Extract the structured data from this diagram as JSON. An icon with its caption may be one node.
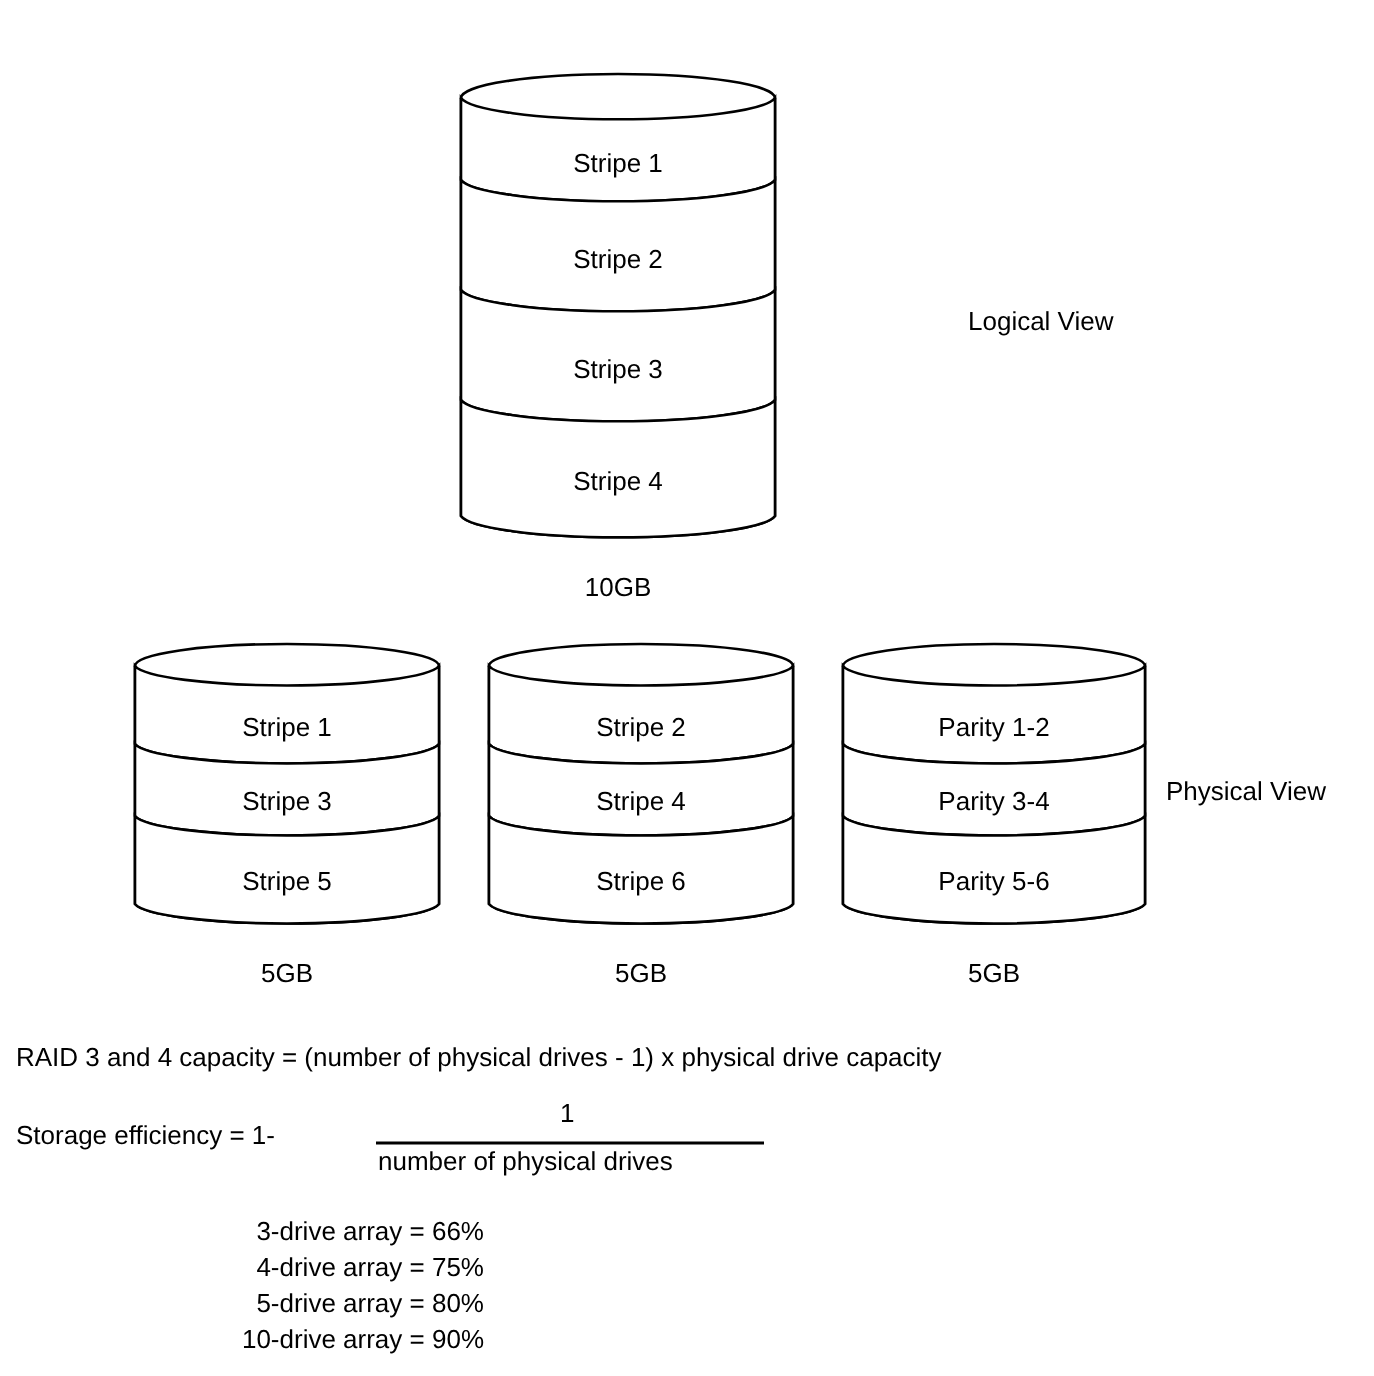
{
  "diagram": {
    "nodes": [
      {
        "text": [],
        "shape": "cylinder",
        "beside": [
          "10GB"
        ]
      },
      {
        "text": [
          "Stripe 1"
        ],
        "in": 0
      },
      {
        "text": [
          "Stripe 2"
        ],
        "in": 0
      },
      {
        "text": [
          "Stripe 3"
        ],
        "in": 0
      },
      {
        "text": [
          "Stripe 4"
        ],
        "in": 0
      },
      {
        "text": [],
        "shape": "cylinder",
        "beside": [
          "5GB"
        ]
      },
      {
        "text": [
          "Stripe 1"
        ],
        "in": 5
      },
      {
        "text": [
          "Stripe 3"
        ],
        "in": 5
      },
      {
        "text": [
          "Stripe 5"
        ],
        "in": 5
      },
      {
        "text": [],
        "shape": "cylinder",
        "beside": [
          "5GB"
        ]
      },
      {
        "text": [
          "Stripe 2"
        ],
        "in": 9
      },
      {
        "text": [
          "Stripe 4"
        ],
        "in": 9
      },
      {
        "text": [
          "Stripe 6"
        ],
        "in": 9
      },
      {
        "text": [],
        "shape": "cylinder",
        "beside": [
          "5GB"
        ]
      },
      {
        "text": [
          "Parity 1-2"
        ],
        "in": 13
      },
      {
        "text": [
          "Parity 3-4"
        ],
        "in": 13
      },
      {
        "text": [
          "Parity 5-6"
        ],
        "in": 13
      }
    ],
    "labels": [
      "Logical View",
      "Physical View",
      "RAID 3 and 4 capacity = (number of physical drives - 1) x physical drive capacity",
      "Storage efficiency = 1-",
      "1",
      "number of physical drives",
      "3-drive array = 66%",
      "4-drive array = 75%",
      "5-drive array = 80%",
      "10-drive array = 90%"
    ]
  }
}
